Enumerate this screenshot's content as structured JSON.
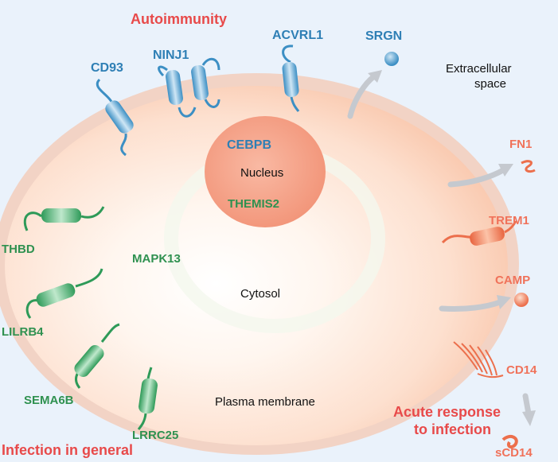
{
  "categories": {
    "autoimmunity": "Autoimmunity",
    "infection_general": "Infection in general",
    "acute_response": [
      "Acute response",
      "to infection"
    ]
  },
  "compartments": {
    "extracellular": [
      "Extracellular",
      "space"
    ],
    "nucleus": "Nucleus",
    "cytosol": "Cytosol",
    "plasma_membrane": "Plasma membrane"
  },
  "genes": {
    "autoimmunity": [
      "CD93",
      "NINJ1",
      "ACVRL1",
      "SRGN",
      "CEBPB"
    ],
    "infection_general": [
      "THEMIS2",
      "THBD",
      "MAPK13",
      "LILRB4",
      "SEMA6B",
      "LRRC25"
    ],
    "acute_response": [
      "FN1",
      "TREM1",
      "CAMP",
      "CD14",
      "sCD14"
    ]
  },
  "colors": {
    "background": "#eaf2fb",
    "cell": "#fbd3bd",
    "nucleus": "#f4a58c",
    "autoimmunity": "#2e7fb5",
    "infection": "#2f9150",
    "acute": "#f0725a",
    "category_red": "#e84a4a",
    "arrow": "#c5c9cf"
  }
}
